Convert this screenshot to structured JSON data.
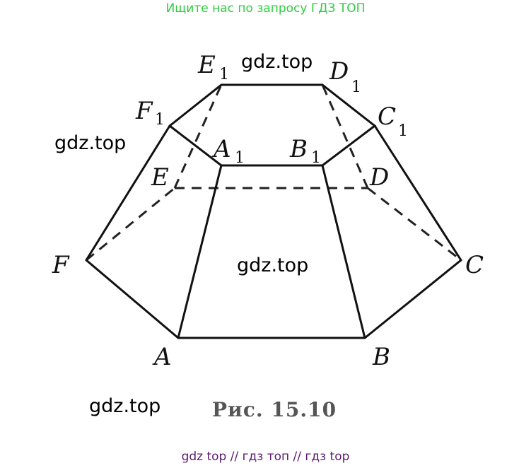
{
  "banner": "Ищите нас по запросу ГДЗ ТОП",
  "watermarks": [
    "gdz.top",
    "gdz.top",
    "gdz.top",
    "gdz.top"
  ],
  "caption": "Рис. 15.10",
  "footer": "gdz top  //  гдз топ  //  гдз top",
  "labels": {
    "A": "A",
    "B": "B",
    "C": "C",
    "D": "D",
    "E": "E",
    "F": "F",
    "A1": "A",
    "B1": "B",
    "C1": "C",
    "D1": "D",
    "E1": "E",
    "F1": "F",
    "sub": "1"
  }
}
